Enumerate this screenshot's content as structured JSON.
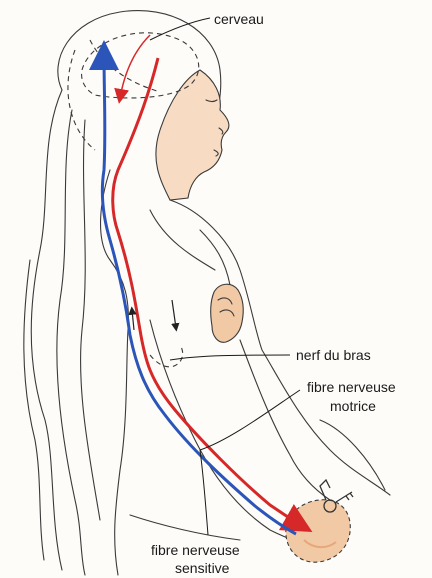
{
  "labels": {
    "brain": "cerveau",
    "arm_nerve": "nerf du bras",
    "motor_fiber_line1": "fibre nerveuse",
    "motor_fiber_line2": "motrice",
    "sensory_fiber_line1": "fibre nerveuse",
    "sensory_fiber_line2": "sensitive"
  },
  "colors": {
    "motor_fiber": "#d62828",
    "sensory_fiber": "#2b55b8",
    "skin": "#f2c9a5",
    "skin_shade": "#e6a77a"
  }
}
